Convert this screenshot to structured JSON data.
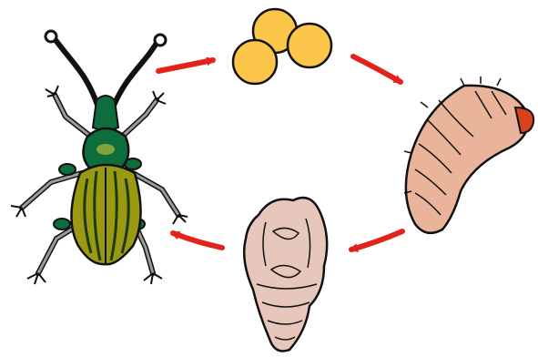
{
  "diagram": {
    "stages": [
      {
        "id": "adult",
        "icon": "weevil-beetle-icon"
      },
      {
        "id": "eggs",
        "icon": "eggs-icon"
      },
      {
        "id": "larva",
        "icon": "larva-grub-icon"
      },
      {
        "id": "pupa",
        "icon": "pupa-icon"
      }
    ],
    "arrows": [
      {
        "from": "adult",
        "to": "eggs"
      },
      {
        "from": "eggs",
        "to": "larva"
      },
      {
        "from": "larva",
        "to": "pupa"
      },
      {
        "from": "pupa",
        "to": "adult"
      }
    ]
  },
  "colors": {
    "background": "#ffffff",
    "arrow": "#e3231b",
    "egg_fill": "#fbc64a",
    "larva_fill": "#eab49b",
    "larva_head": "#d8421c",
    "pupa_fill": "#e7c6bb",
    "beetle_thorax": "#0e6d3c",
    "beetle_elytra": "#9a9a12",
    "beetle_legs": "#9b9b9b",
    "outline": "#111111"
  }
}
